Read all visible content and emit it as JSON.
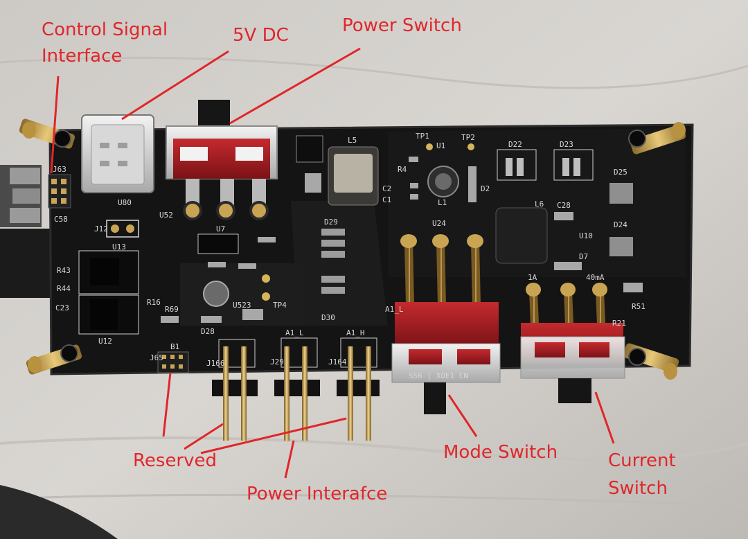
{
  "annotations": {
    "control_signal_line1": "Control Signal",
    "control_signal_line2": "Interface",
    "five_v_dc": "5V DC",
    "power_switch": "Power Switch",
    "reserved": "Reserved",
    "power_interface": "Power Interafce",
    "mode_switch": "Mode Switch",
    "current_switch_line1": "Current",
    "current_switch_line2": "Switch"
  },
  "silkscreen": {
    "j63": "J63",
    "c58": "C58",
    "j12": "J12",
    "u13": "U13",
    "u12": "U12",
    "u80": "U80",
    "u52": "U52",
    "u7": "U7",
    "u523": "U523",
    "tp4": "TP4",
    "d28": "D28",
    "d29": "D29",
    "d30": "D30",
    "l5": "L5",
    "tp1": "TP1",
    "tp2": "TP2",
    "u1": "U1",
    "r4": "R4",
    "c2": "C2",
    "c1": "C1",
    "l1": "L1",
    "d2": "D2",
    "d22": "D22",
    "d23": "D23",
    "d25": "D25",
    "d24": "D24",
    "d7": "D7",
    "l6": "L6",
    "c28": "C28",
    "u10": "U10",
    "u24": "U24",
    "r51": "R51",
    "r69": "R69",
    "r16": "R16",
    "b1": "B1",
    "j65": "J65",
    "j166": "J166",
    "j29": "J29",
    "j164": "J164",
    "a1_l": "A1_L",
    "a1_h": "A1_H",
    "a1_l_side": "A1_L",
    "ma40": "40mA",
    "one_a": "1A",
    "r21": "R21",
    "r43": "R43",
    "r44": "R44",
    "c23": "C23"
  },
  "switch_print": "SS6 | XOE1 CN"
}
